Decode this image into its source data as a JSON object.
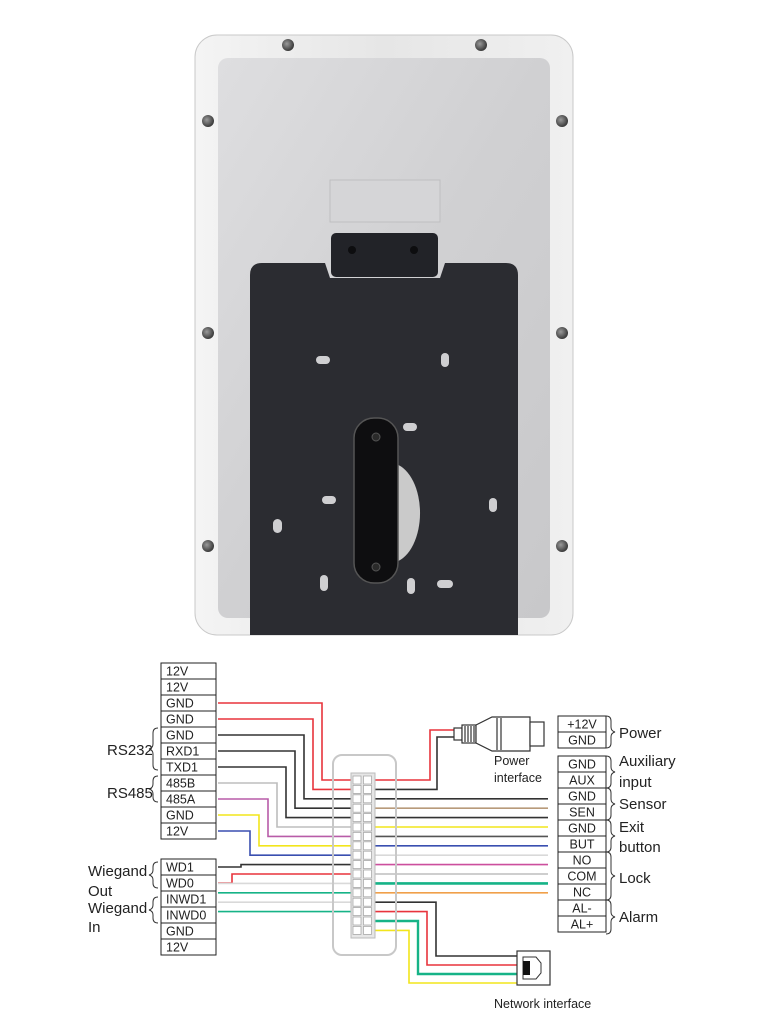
{
  "device": {
    "name": "access-control-terminal-rear-view",
    "body_color": "#d4d4d6",
    "frame_color": "#ececec",
    "plate_color": "#2b2c31"
  },
  "left_terminals": [
    {
      "label": "12V",
      "wire": "none"
    },
    {
      "label": "12V",
      "wire": "none"
    },
    {
      "label": "GND",
      "wire": "#e8343c"
    },
    {
      "label": "GND",
      "wire": "#e8343c"
    },
    {
      "label": "GND",
      "wire": "#333333"
    },
    {
      "label": "RXD1",
      "wire": "#333333"
    },
    {
      "label": "TXD1",
      "wire": "#333333"
    },
    {
      "label": "485B",
      "wire": "#bdbdbd"
    },
    {
      "label": "485A",
      "wire": "#b85ca8"
    },
    {
      "label": "GND",
      "wire": "#f2e51c"
    },
    {
      "label": "12V",
      "wire": "#3a4fb0"
    },
    {
      "label": "WD1",
      "wire": "#333333"
    },
    {
      "label": "WD0",
      "wire": "#e8343c"
    },
    {
      "label": "INWD1",
      "wire": "#d9d9d9"
    },
    {
      "label": "INWD0",
      "wire": "#16b387"
    },
    {
      "label": "GND",
      "wire": "#d9d9d9"
    },
    {
      "label": "12V",
      "wire": "#16b387"
    }
  ],
  "left_groups": [
    {
      "label": "RS232",
      "from": 4,
      "to": 6
    },
    {
      "label": "RS485",
      "from": 7,
      "to": 8
    },
    {
      "label": "Wiegand Out",
      "line1": "Wiegand",
      "line2": "Out",
      "from": 11,
      "to": 12
    },
    {
      "label": "Wiegand In",
      "line1": "Wiegand",
      "line2": "In",
      "from": 13,
      "to": 14
    }
  ],
  "right_terminals": [
    {
      "label": "+12V",
      "wire": "#e8343c"
    },
    {
      "label": "GND",
      "wire": "#333333"
    },
    {
      "label": "GND",
      "wire": "#333333"
    },
    {
      "label": "AUX",
      "wire": "#b89a7a"
    },
    {
      "label": "GND",
      "wire": "#333333"
    },
    {
      "label": "SEN",
      "wire": "#f2e51c"
    },
    {
      "label": "GND",
      "wire": "#555555"
    },
    {
      "label": "BUT",
      "wire": "#3a4fb0"
    },
    {
      "label": "NO",
      "wire": "#d9d9d9"
    },
    {
      "label": "COM",
      "wire": "#cc4f9e"
    },
    {
      "label": "NC",
      "wire": "#bdbdbd"
    },
    {
      "label": "AL-",
      "wire": "#16b387"
    },
    {
      "label": "AL+",
      "wire": "#f0a04a"
    }
  ],
  "right_groups": [
    {
      "label": "Power",
      "line1": "Power",
      "line2": ""
    },
    {
      "label": "Auxiliary input",
      "line1": "Auxiliary",
      "line2": "input"
    },
    {
      "label": "Sensor",
      "line1": "Sensor",
      "line2": ""
    },
    {
      "label": "Exit button",
      "line1": "Exit",
      "line2": "button"
    },
    {
      "label": "Lock",
      "line1": "Lock",
      "line2": ""
    },
    {
      "label": "Alarm",
      "line1": "Alarm",
      "line2": ""
    }
  ],
  "captions": {
    "power_interface_line1": "Power",
    "power_interface_line2": "interface",
    "network_interface": "Network interface"
  },
  "network_wires": [
    "#333333",
    "#e8343c",
    "#16b387",
    "#f2e51c"
  ],
  "ui_text": {
    "rs232": "RS232",
    "rs485": "RS485",
    "wiegand": "Wiegand",
    "out": "Out",
    "in": "In",
    "power": "Power",
    "auxiliary": "Auxiliary",
    "input": "input",
    "sensor": "Sensor",
    "exit": "Exit",
    "button": "button",
    "lock": "Lock",
    "alarm": "Alarm"
  }
}
